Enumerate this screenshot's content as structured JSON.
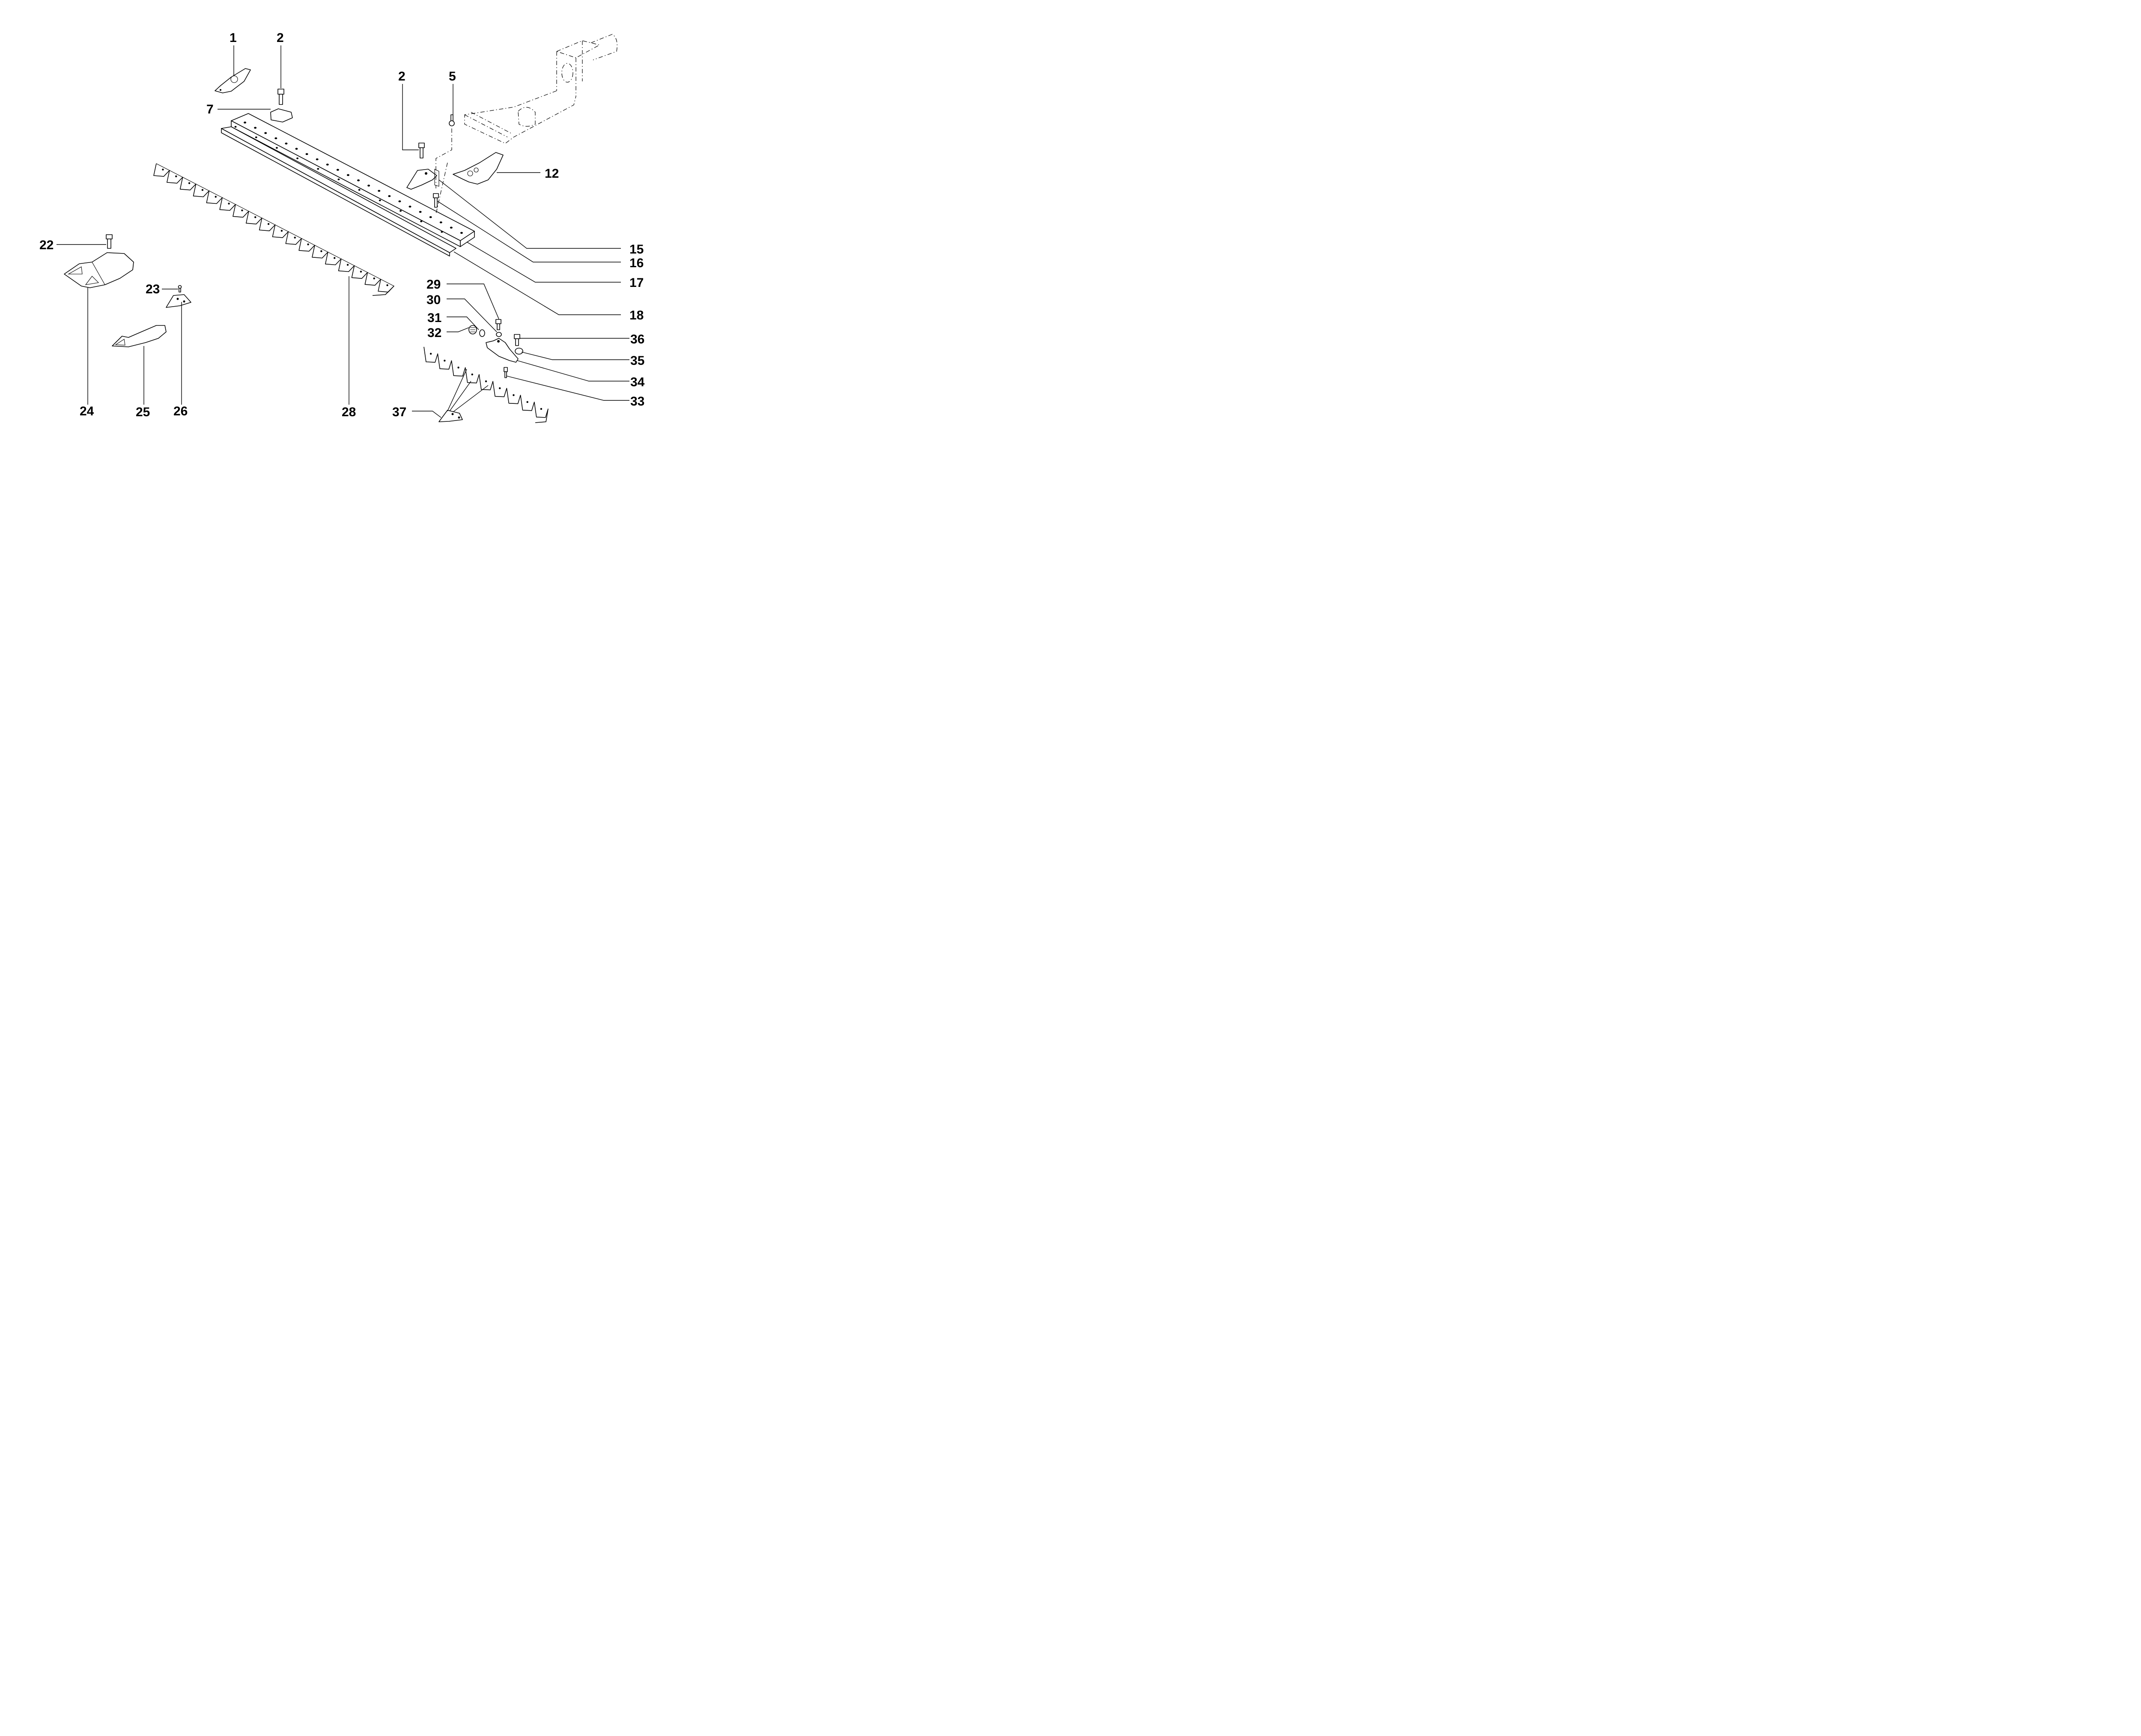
{
  "diagram": {
    "type": "exploded-parts-diagram",
    "subject": "Mower cutter bar assembly",
    "labels": [
      "1",
      "2",
      "2",
      "5",
      "7",
      "12",
      "15",
      "16",
      "17",
      "18",
      "22",
      "23",
      "24",
      "25",
      "26",
      "28",
      "29",
      "30",
      "31",
      "32",
      "33",
      "34",
      "35",
      "36",
      "37"
    ],
    "callouts": [
      {
        "id": "1",
        "part": "guard-top-left"
      },
      {
        "id": "2",
        "part": "bolt-top"
      },
      {
        "id": "2b",
        "label": "2",
        "part": "bolt-right"
      },
      {
        "id": "5",
        "part": "small-bolt-washer"
      },
      {
        "id": "7",
        "part": "clip-block"
      },
      {
        "id": "12",
        "part": "guard-right"
      },
      {
        "id": "15",
        "part": "knife-clip"
      },
      {
        "id": "16",
        "part": "bar-bolt"
      },
      {
        "id": "17",
        "part": "cutter-bar"
      },
      {
        "id": "18",
        "part": "wear-strip"
      },
      {
        "id": "22",
        "part": "guard-bolt"
      },
      {
        "id": "23",
        "part": "section-rivet"
      },
      {
        "id": "24",
        "part": "double-guard"
      },
      {
        "id": "25",
        "part": "single-guard"
      },
      {
        "id": "26",
        "part": "knife-section"
      },
      {
        "id": "28",
        "part": "knife-assembly"
      },
      {
        "id": "29",
        "part": "head-bolt"
      },
      {
        "id": "30",
        "part": "lock-washer"
      },
      {
        "id": "31",
        "part": "ring"
      },
      {
        "id": "32",
        "part": "bushing"
      },
      {
        "id": "33",
        "part": "rivet"
      },
      {
        "id": "34",
        "part": "knife-head"
      },
      {
        "id": "35",
        "part": "nut"
      },
      {
        "id": "36",
        "part": "bolt"
      },
      {
        "id": "37",
        "part": "knife-section-small"
      }
    ]
  }
}
